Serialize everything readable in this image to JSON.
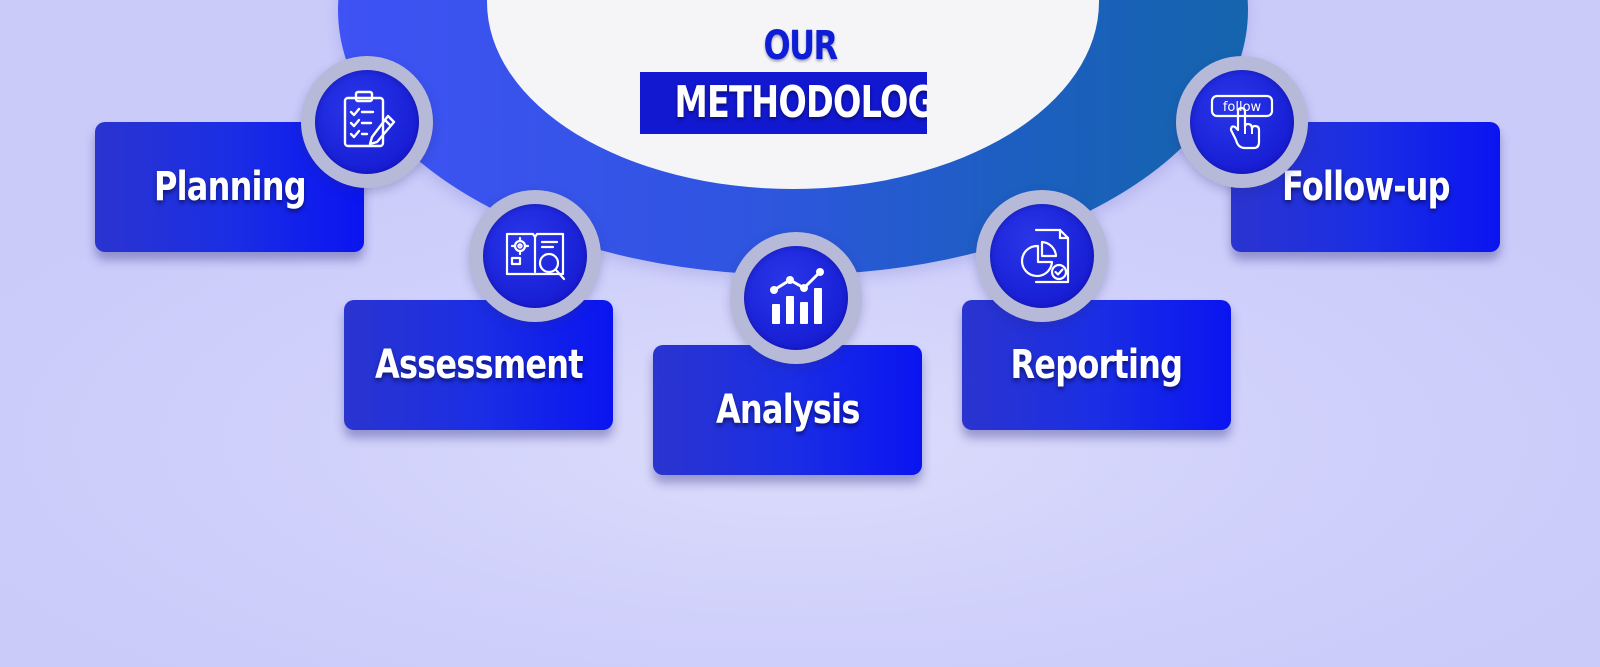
{
  "title": {
    "line1": "OUR",
    "line2": "METHODOLOGY"
  },
  "steps": [
    {
      "label": "Planning",
      "icon": "clipboard-checklist-icon"
    },
    {
      "label": "Assessment",
      "icon": "book-magnifier-icon"
    },
    {
      "label": "Analysis",
      "icon": "bar-chart-trend-icon"
    },
    {
      "label": "Reporting",
      "icon": "pie-chart-report-icon"
    },
    {
      "label": "Follow-up",
      "icon": "follow-button-click-icon"
    }
  ],
  "icon_texts": {
    "follow": "follow"
  },
  "colors": {
    "card": "#1b2ee4",
    "arc": "#2f55e0",
    "title_box": "#1218cf",
    "background": "#cfd0fb"
  }
}
